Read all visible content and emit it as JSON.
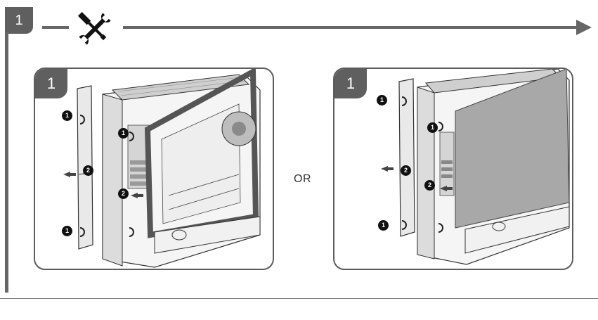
{
  "header": {
    "step_number": "1",
    "icon": "tools-icon"
  },
  "panels": [
    {
      "step_label": "1",
      "markers": [
        "1",
        "2",
        "1",
        "2",
        "1"
      ]
    },
    {
      "step_label": "1",
      "markers": [
        "1",
        "2",
        "1",
        "2",
        "1"
      ]
    }
  ],
  "separator_text": "OR",
  "colors": {
    "dark_gray": "#5f5f5f",
    "line_gray": "#666666",
    "marker": "#111111"
  }
}
